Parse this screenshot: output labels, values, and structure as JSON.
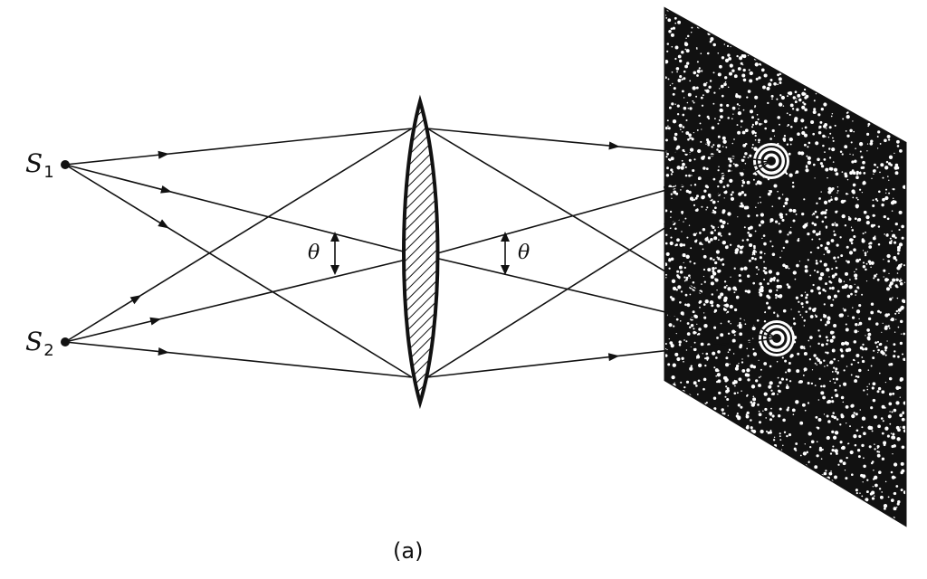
{
  "diagram": {
    "source1": {
      "letter": "S",
      "subscript": "1"
    },
    "source2": {
      "letter": "S",
      "subscript": "2"
    },
    "angle_left": "θ",
    "angle_right": "θ",
    "caption": "(a)",
    "colors": {
      "ink": "#111111",
      "paper": "#ffffff"
    }
  }
}
